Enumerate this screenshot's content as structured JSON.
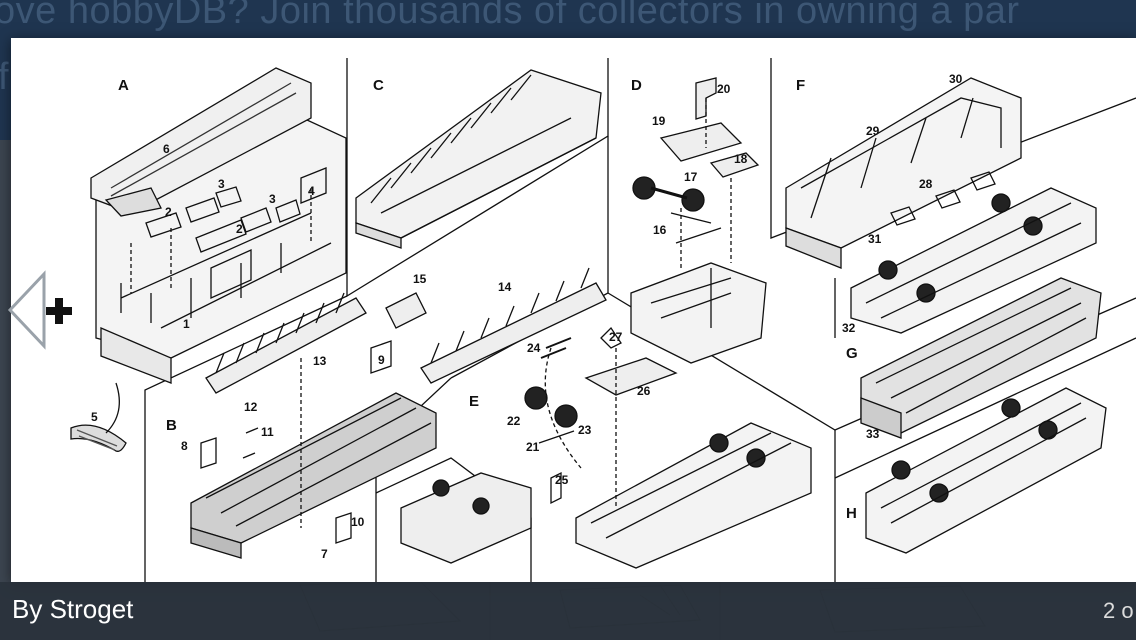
{
  "banner": {
    "text": "ove hobbyDB? Join thousands of collectors in owning a par",
    "text_line2": "f"
  },
  "diagram": {
    "section_labels": [
      "A",
      "B",
      "C",
      "D",
      "E",
      "F",
      "G",
      "H"
    ],
    "part_numbers": [
      "1",
      "2",
      "2",
      "3",
      "3",
      "4",
      "5",
      "6",
      "7",
      "8",
      "9",
      "10",
      "11",
      "12",
      "13",
      "14",
      "15",
      "16",
      "17",
      "18",
      "19",
      "20",
      "21",
      "22",
      "23",
      "24",
      "25",
      "26",
      "27",
      "28",
      "29",
      "30",
      "31",
      "32",
      "33"
    ]
  },
  "caption": {
    "byline": "By Stroget",
    "counter": "2 o"
  },
  "icons": {
    "prev": "chevron-left-icon",
    "zoom": "plus-icon"
  }
}
